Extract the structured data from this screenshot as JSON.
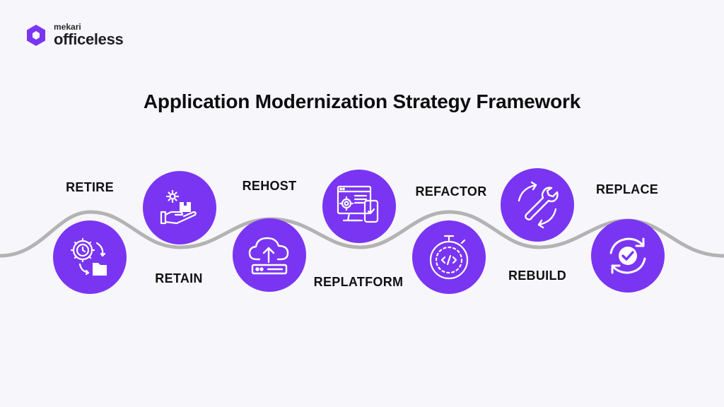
{
  "brand": {
    "small": "mekari",
    "large": "officeless",
    "color": "#7a35f2"
  },
  "title": "Application Modernization Strategy Framework",
  "steps": [
    {
      "label": "RETIRE",
      "icon": "gear-clock-folder-icon"
    },
    {
      "label": "RETAIN",
      "icon": "hand-holding-box-icon"
    },
    {
      "label": "REHOST",
      "icon": "cloud-upload-server-icon"
    },
    {
      "label": "REPLATFORM",
      "icon": "monitor-mobile-gear-icon"
    },
    {
      "label": "REFACTOR",
      "icon": "stopwatch-code-icon"
    },
    {
      "label": "REBUILD",
      "icon": "wrench-cycle-icon"
    },
    {
      "label": "REPLACE",
      "icon": "cycle-check-icon"
    }
  ]
}
